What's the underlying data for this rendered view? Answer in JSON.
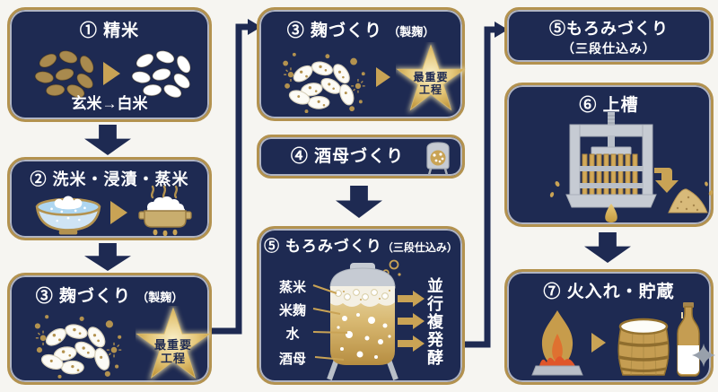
{
  "diagram": {
    "s1": {
      "title": "① 精米",
      "caption": "玄米→白米"
    },
    "s2": {
      "title": "② 洗米・浸漬・蒸米"
    },
    "s3l": {
      "title": "③ 麹づくり",
      "subtitle": "（製麹）"
    },
    "s3m": {
      "title": "③ 麹づくり",
      "subtitle": "（製麹）"
    },
    "s4": {
      "title": "④ 酒母づくり"
    },
    "s5m": {
      "title": "⑤ もろみづくり",
      "subtitle": "（三段仕込み）",
      "tank_labels": [
        "蒸米",
        "米麹",
        "水",
        "酒母"
      ],
      "result": "並行複発酵"
    },
    "s5r": {
      "title": "⑤もろみづくり",
      "subtitle": "（三段仕込み）"
    },
    "s6": {
      "title": "⑥ 上槽"
    },
    "s7": {
      "title": "⑦ 火入れ・貯蔵"
    },
    "badge": {
      "line1": "最重要",
      "line2": "工程"
    },
    "colors": {
      "navy": "#1e2a52",
      "gold_border": "#b3924f",
      "gold_icon": "#c9a355",
      "background": "#f6f5f1",
      "star_gold": "#d9b257",
      "flame_orange": "#e0562a",
      "steel_grey": "#c6cbd3",
      "text_white": "#ffffff"
    },
    "icons": {
      "brown_rice": "brown-rice-grains",
      "white_rice": "white-rice-grains",
      "wash_bowl": "rice-washing-bowl",
      "steam_pot": "steaming-rice-pot",
      "koji_rice": "koji-mold-on-rice",
      "star_badge": "gold-star",
      "shubo_tank": "small-starter-tank",
      "moromi_tank": "fermentation-tank",
      "press": "sake-press",
      "sake_drop": "sake-drop",
      "sake_lees": "sake-lees-pile",
      "flame": "pasteurization-flame",
      "barrel": "wooden-sake-barrel",
      "bottle": "sake-bottle",
      "sparkle": "sparkle",
      "step_arrow": "right-triangle-arrow",
      "down_arrow": "chunky-down-arrow"
    }
  }
}
